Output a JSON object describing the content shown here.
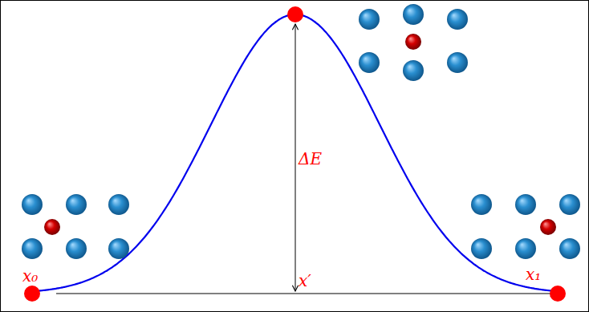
{
  "diagram": {
    "labels": [
      "x₀",
      "ΔE",
      "x′",
      "x₁"
    ]
  }
}
